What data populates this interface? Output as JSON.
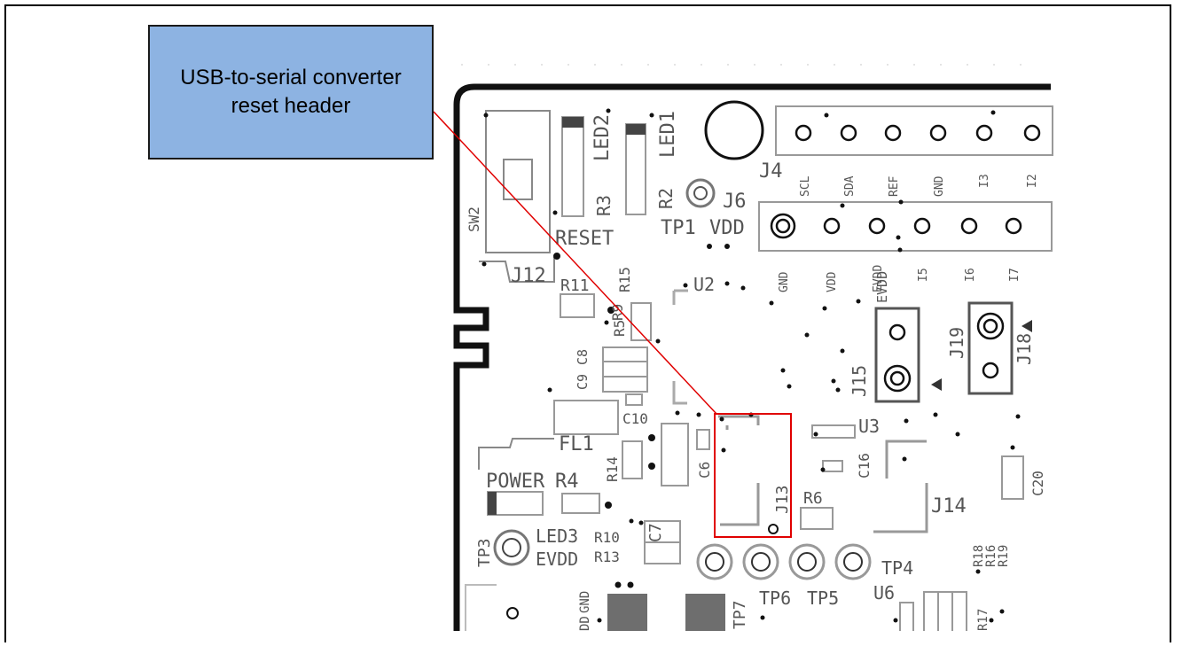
{
  "callout": {
    "text": "USB-to-serial converter reset header",
    "border_color": "#1a1a1a",
    "fill_color": "#8db3e2"
  },
  "highlight_color": "#e00000",
  "silkscreen": {
    "sw2": "SW2",
    "reset": "RESET",
    "led1": "LED1",
    "led2": "LED2",
    "r2": "R2",
    "r3": "R3",
    "j6": "J6",
    "tp1": "TP1",
    "vdd_tp1": "VDD",
    "j4": "J4",
    "j12": "J12",
    "r11": "R11",
    "r15": "R15",
    "r5": "R5",
    "r9": "R9",
    "u2": "U2",
    "c8": "C8",
    "c9": "C9",
    "c10": "C10",
    "fl1": "FL1",
    "r14": "R14",
    "c6": "C6",
    "power": "POWER",
    "r4": "R4",
    "c7": "C7",
    "tp3": "TP3",
    "led3": "LED3",
    "r10": "R10",
    "evdd_led": "EVDD",
    "r13": "R13",
    "gnd_bottom": "GND",
    "dd_bottom": "DD",
    "tp7": "TP7",
    "tp6": "TP6",
    "tp5": "TP5",
    "tp4": "TP4",
    "u6": "U6",
    "r17": "R17",
    "j13": "J13",
    "r6": "R6",
    "u3": "U3",
    "c16": "C16",
    "j14": "J14",
    "c20": "C20",
    "r18": "R18",
    "r16": "R16",
    "r19": "R19",
    "j15": "J15",
    "j19": "J19",
    "j18": "J18",
    "evdd_j15": "EVDD",
    "j4_pins": [
      "SCL",
      "SDA",
      "REF",
      "GND",
      "I3",
      "I2"
    ],
    "lower_pins": [
      "GND",
      "VDD",
      "EVDD",
      "I5",
      "I6",
      "I7"
    ]
  }
}
